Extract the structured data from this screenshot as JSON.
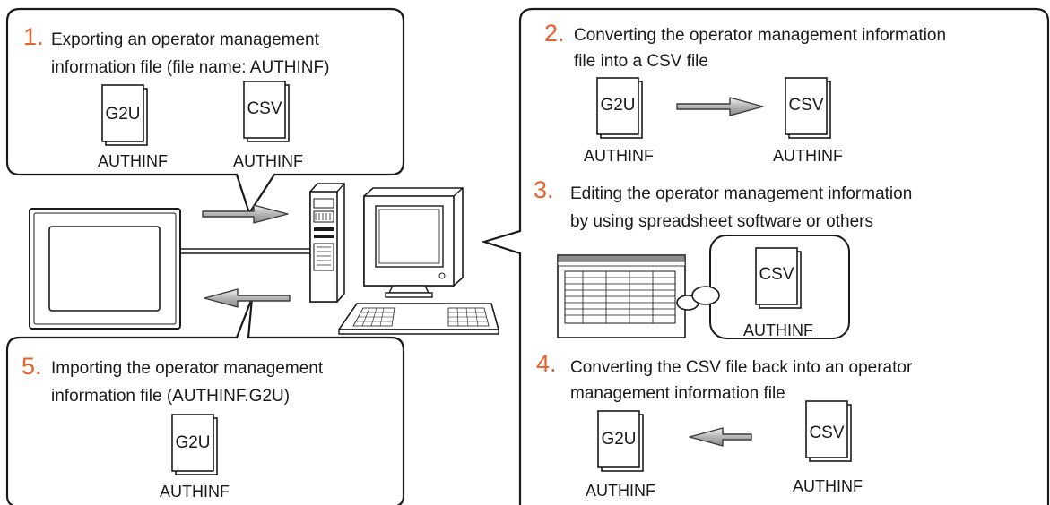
{
  "accent_color": "#e8602c",
  "steps": {
    "s1": {
      "num": "1.",
      "line1": "Exporting an operator management",
      "line2": "information file (file name: AUTHINF)"
    },
    "s2": {
      "num": "2.",
      "line1": "Converting the operator management information",
      "line2": "file into a CSV file"
    },
    "s3": {
      "num": "3.",
      "line1": "Editing the operator management information",
      "line2": "by using spreadsheet software or others"
    },
    "s4": {
      "num": "4.",
      "line1": "Converting the CSV file back into an operator",
      "line2": "management information file"
    },
    "s5": {
      "num": "5.",
      "line1": "Importing the operator management",
      "line2": "information file (AUTHINF.G2U)"
    }
  },
  "files": {
    "g2u_label": "G2U",
    "csv_label": "CSV",
    "caption": "AUTHINF"
  },
  "icons": [
    "document-icon",
    "arrow-right-icon",
    "arrow-left-icon",
    "hmi-panel-icon",
    "pc-tower-icon",
    "monitor-icon",
    "keyboard-icon",
    "spreadsheet-icon"
  ]
}
